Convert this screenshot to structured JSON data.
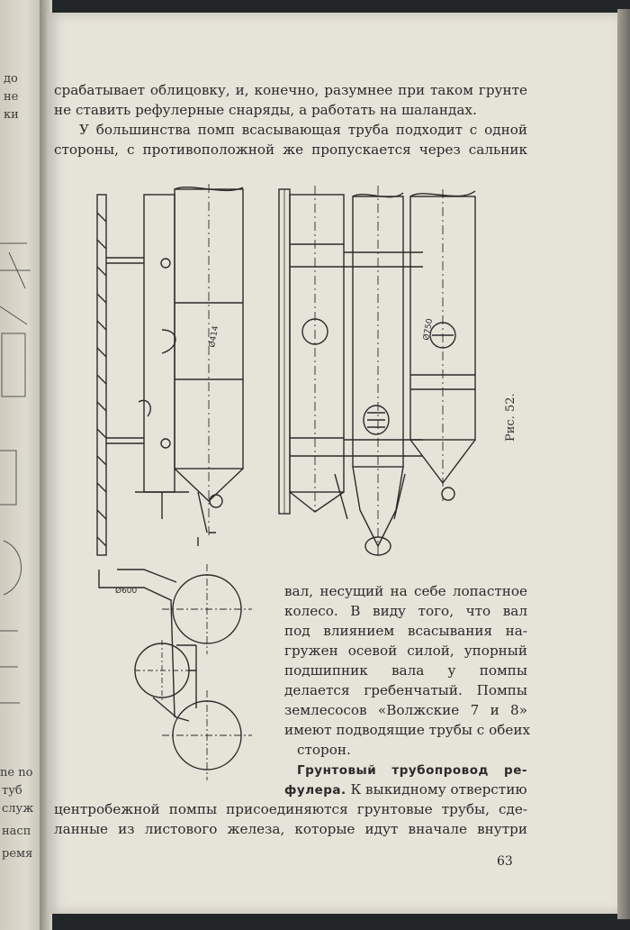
{
  "main_text": {
    "lines": [
      "срабатывает облицовку, и, конечно, разумнее при таком грунте",
      "не ставить рефулерные снаряды, а работать на шаландах.",
      "У большинства помп всасывающая труба подходит с одной",
      "стороны, с противоположной же пропускается через сальник"
    ]
  },
  "column_text": {
    "lines": [
      "вал, несущий на себе лопастное",
      "колесо. В виду того, что вал",
      "под влиянием всасывания на-",
      "гружен осевой силой, упорный",
      "подшипник вала у помпы",
      "делается гребенчатый. Помпы",
      "землесосов «Волжские 7 и 8»",
      "имеют подводящие трубы с обеих",
      "сторон."
    ],
    "heading_part1": "Грунтовый трубопровод ре-",
    "heading_part2": "фулера.",
    "heading_tail": " К выкидному отверстию"
  },
  "bottom_text": {
    "lines": [
      "центробежной помпы присоединяются грунтовые трубы, сде-",
      "ланные из листового железа, которые идут вначале внутри"
    ]
  },
  "figure": {
    "label": "Рис. 52.",
    "annotations": [
      "Ø414",
      "Ø750",
      "Ø600"
    ]
  },
  "page_number": "63",
  "left_page_fragments": [
    "до",
    "не",
    "ки",
    "ne no",
    "туб",
    "служ",
    "насп",
    "ремя"
  ]
}
